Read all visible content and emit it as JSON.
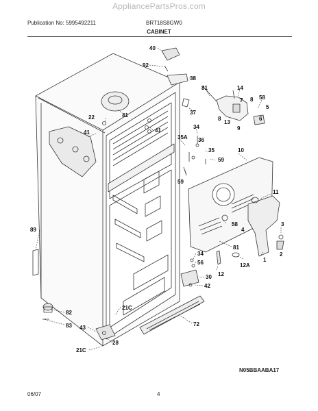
{
  "watermark": "AppliancePartsPros.com",
  "header": {
    "publication": "Publication No: 5995492211",
    "model": "BRT18S8GW0",
    "section": "CABINET"
  },
  "callouts": {
    "c40": "40",
    "c92": "92",
    "c38": "38",
    "c81a": "81",
    "c14": "14",
    "c58a": "58",
    "c7": "7",
    "c8a": "8",
    "c5": "5",
    "c6": "6",
    "c13": "13",
    "c9": "9",
    "c8b": "8",
    "c37": "37",
    "c22": "22",
    "c41a": "41",
    "c41b": "41",
    "c41c": "41",
    "c34a": "34",
    "c35A": "35A",
    "c36": "36",
    "c35": "35",
    "c59a": "59",
    "c10": "10",
    "c59b": "59",
    "c11": "11",
    "c58b": "58",
    "c4": "4",
    "c3": "3",
    "c2": "2",
    "c89": "89",
    "c81b": "81",
    "c1": "1",
    "c12A": "12A",
    "c34b": "34",
    "c56": "56",
    "c12": "12",
    "c30": "30",
    "c42": "42",
    "c82": "82",
    "c83": "83",
    "c21Ca": "21C",
    "c72": "72",
    "c43": "43",
    "c28": "28",
    "c21Cb": "21C"
  },
  "footer": {
    "diagram_code": "N05BBAABA17",
    "date": "06/07",
    "page": "4"
  }
}
